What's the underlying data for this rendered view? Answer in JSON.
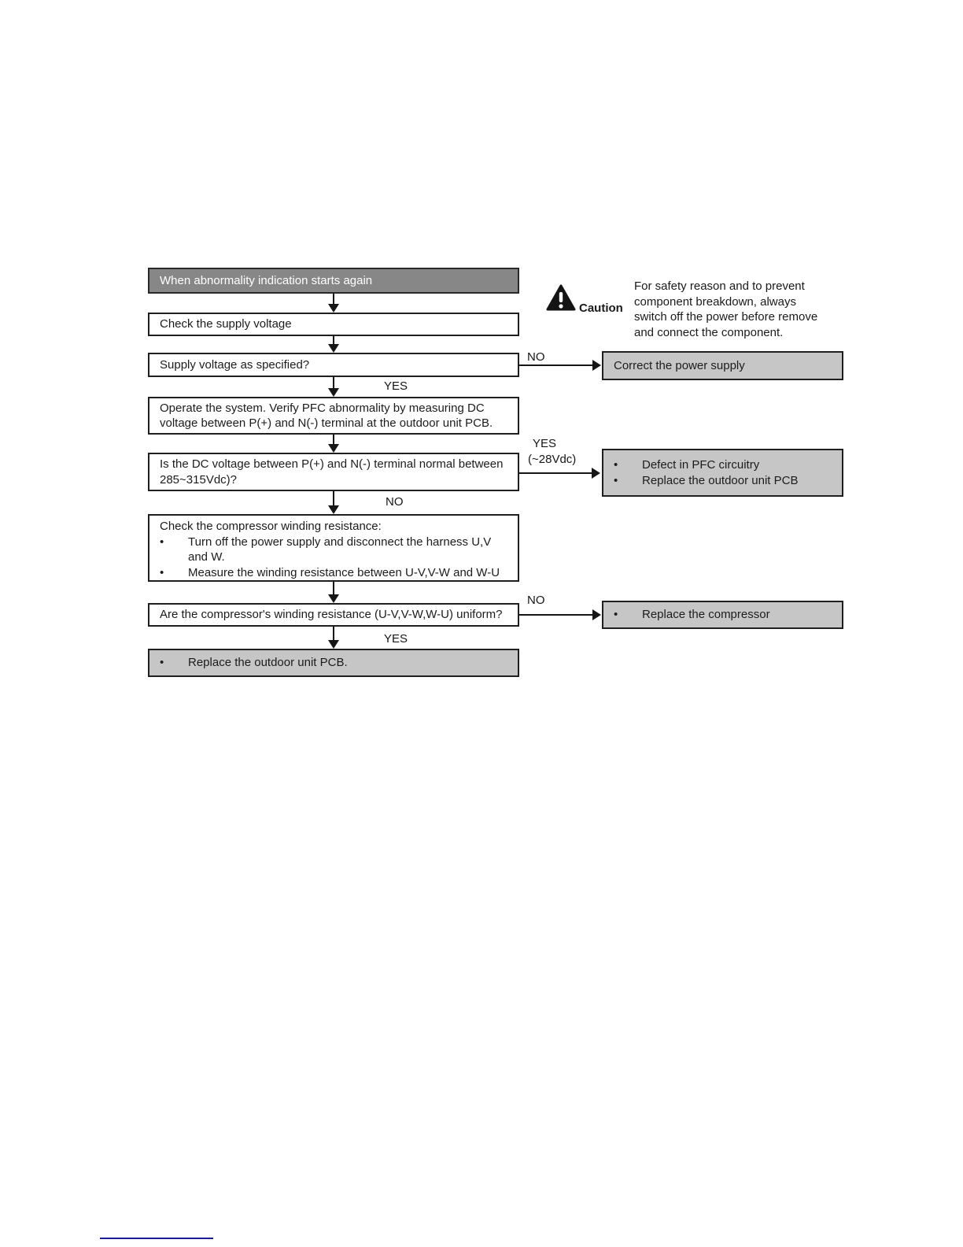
{
  "colors": {
    "page_background": "#ffffff",
    "start_node_fill": "#878787",
    "start_node_text": "#ffffff",
    "result_node_fill": "#c6c6c6",
    "box_border": "#1f1f1f",
    "text": "#1c1c1c",
    "footer_line": "#1c1c96"
  },
  "flowchart": {
    "bullet_char": "•",
    "nodes": {
      "start": "When abnormality indication starts again",
      "check_supply": "Check the supply voltage",
      "supply_question": "Supply voltage as specified?",
      "correct_supply": "Correct the power supply",
      "operate": "Operate the system. Verify PFC abnormality by measuring DC\nvoltage between P(+) and N(-) terminal at the outdoor unit PCB.",
      "dc_question": "Is the DC voltage between P(+) and N(-) terminal normal between\n285~315Vdc)?",
      "pfc_defect_bullets": [
        "Defect in PFC circuitry",
        "Replace the outdoor unit PCB"
      ],
      "check_winding_title": "Check the compressor winding resistance:",
      "check_winding_bullets": [
        "Turn off the power supply and disconnect the harness U,V\nand W.",
        "Measure the winding resistance between U-V,V-W and W-U"
      ],
      "winding_question": "Are the compressor's winding resistance (U-V,V-W,W-U) uniform?",
      "replace_compressor_bullets": [
        "Replace the compressor"
      ],
      "replace_pcb_bullets": [
        "Replace the outdoor unit PCB."
      ]
    },
    "labels": {
      "no1": "NO",
      "yes1": "YES",
      "yes2": "YES",
      "yes2_note": "(~28Vdc)",
      "no2": "NO",
      "no3": "NO",
      "yes3": "YES"
    }
  },
  "caution": {
    "label": "Caution",
    "text": "For safety reason and to prevent\ncomponent breakdown, always\nswitch off the power before remove\nand connect the component."
  }
}
